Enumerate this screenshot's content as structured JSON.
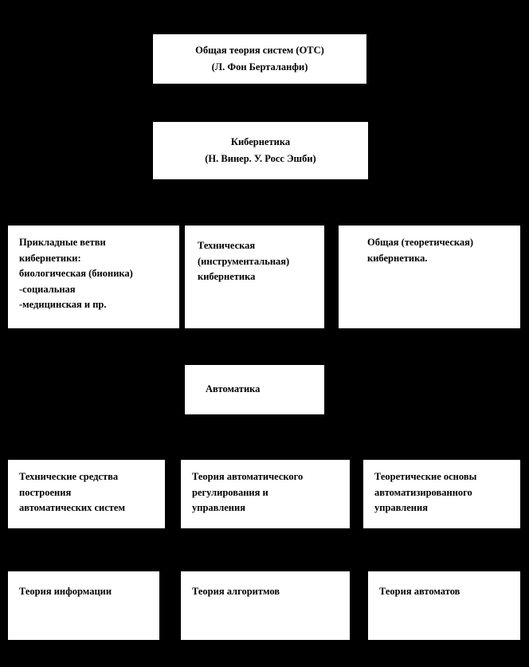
{
  "colors": {
    "background": "#000000",
    "box_fill": "#ffffff",
    "text": "#000000"
  },
  "boxes": {
    "general_systems_theory": "Общая теория систем (ОТС)\n(Л. Фон Берталанфи)",
    "cybernetics": "Кибернетика\n(Н. Винер. У. Росс Эшби)",
    "applied_branches": "Прикладные ветви\nкибернетики:\nбиологическая (бионика)\n-социальная\n-медицинская и пр.",
    "technical_cybernetics": "Техническая\n(инструментальная)\nкибернетика",
    "general_cybernetics": "Общая (теоретическая)\nкибернетика.",
    "automatics": "Автоматика",
    "technical_means": "Технические средства\nпостроения\nавтоматических систем",
    "automatic_control_theory": "Теория автоматического\nрегулирования и\nуправления",
    "automated_control_foundations": "Теоретические основы\nавтоматизированного\nуправления",
    "information_theory": "Теория информации",
    "algorithms_theory": "Теория алгоритмов",
    "automata_theory": "Теория автоматов"
  }
}
